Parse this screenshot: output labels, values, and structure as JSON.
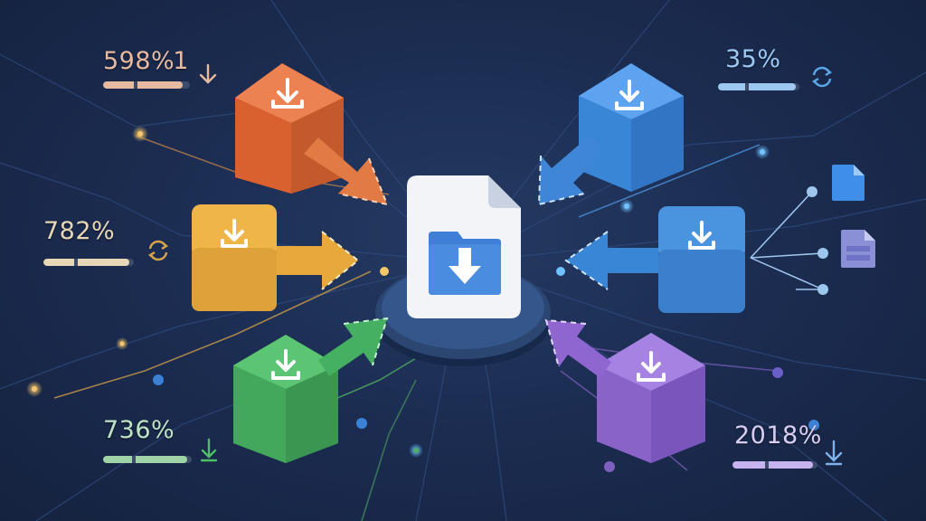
{
  "colors": {
    "background": "#1b2b4d",
    "orange": "#de6a3a",
    "yellow": "#e3a63a",
    "green": "#43a85c",
    "blue": "#3a86d6",
    "blue_light": "#3b80cc",
    "purple": "#8a63c8",
    "center_file": "#f2f4f8",
    "folder": "#3f7fd7"
  },
  "readouts": [
    {
      "id": "top-left",
      "percent": "598%",
      "extra": "1",
      "progress": 0.92,
      "color": "#e6b9a0",
      "icon": "download-arrow-icon"
    },
    {
      "id": "mid-left",
      "percent": "782%",
      "progress": 0.95,
      "color": "#e8d7b6",
      "icon": "refresh-icon"
    },
    {
      "id": "bottom-left",
      "percent": "736%",
      "progress": 0.95,
      "color": "#9ed4a6",
      "icon": "download-arrow-icon"
    },
    {
      "id": "top-right",
      "percent": "35%",
      "progress": 0.95,
      "color": "#9cc8f2",
      "icon": "refresh-icon"
    },
    {
      "id": "bottom-right",
      "percent": "20",
      "percent_overlay": "18",
      "percent_suffix": "%",
      "progress": 0.95,
      "color": "#c7b4ee",
      "icon": "download-arrow-icon"
    }
  ],
  "cubes": [
    {
      "id": "orange",
      "icon": "download-tray-icon"
    },
    {
      "id": "yellow",
      "icon": "download-tray-icon"
    },
    {
      "id": "green",
      "icon": "download-tray-icon"
    },
    {
      "id": "blue-top",
      "icon": "download-tray-icon"
    },
    {
      "id": "blue-mid",
      "icon": "download-tray-icon"
    },
    {
      "id": "purple",
      "icon": "download-tray-icon"
    }
  ],
  "center": {
    "icon": "file-folder-download-icon"
  },
  "side_files": [
    "file-icon",
    "document-icon"
  ]
}
